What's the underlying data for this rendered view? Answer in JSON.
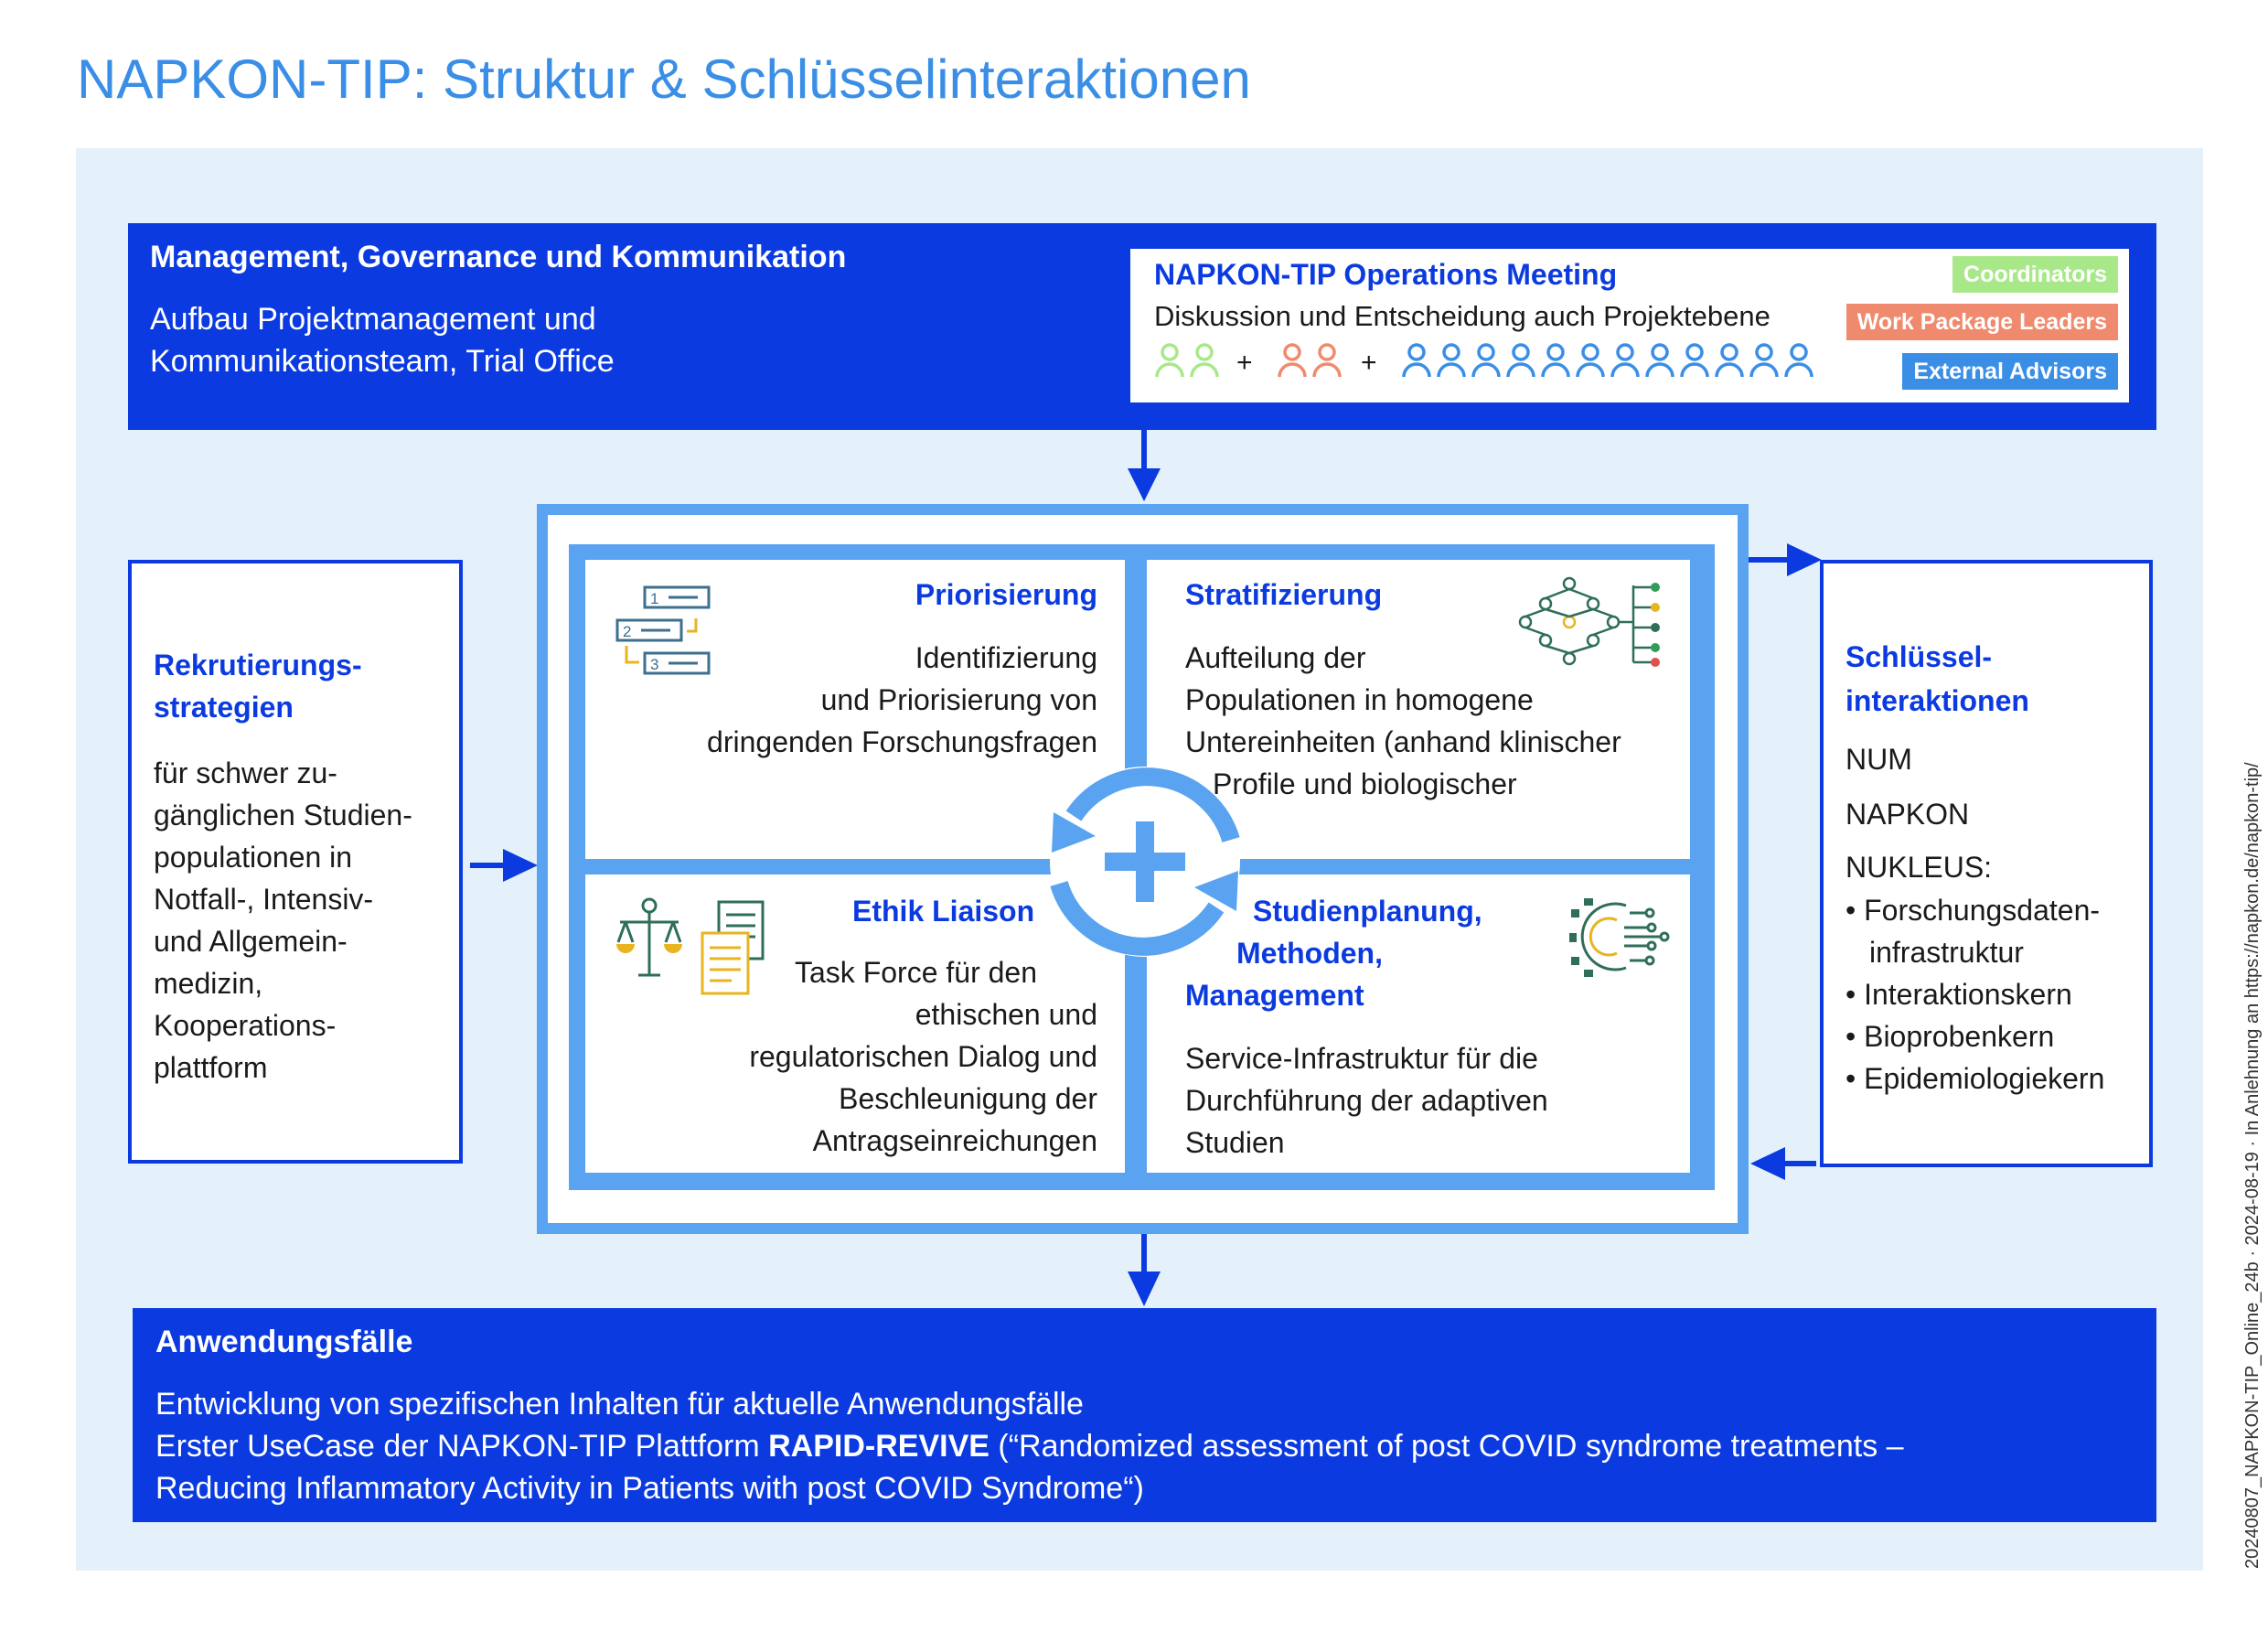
{
  "title": "NAPKON-TIP: Struktur & Schlüsselinteraktionen",
  "management": {
    "heading": "Management, Governance und Kommunikation",
    "line1": "Aufbau Projektmanagement und",
    "line2": "Kommunikationsteam, Trial Office"
  },
  "operations_meeting": {
    "heading": "NAPKON-TIP Operations Meeting",
    "description": "Diskussion und Entscheidung auch Projektebene",
    "plus": "+",
    "tags": [
      "Coordinators",
      "Work Package Leaders",
      "External Advisors"
    ],
    "people_counts": {
      "coordinators": 2,
      "work_package_leaders": 2,
      "external_advisors": 12
    },
    "colors": {
      "coordinators": "#a8e889",
      "work_package_leaders": "#f08a6e",
      "external_advisors": "#3a8ee6"
    }
  },
  "recruitment": {
    "heading_lines": [
      "Rekrutierungs-",
      "strategien"
    ],
    "text_lines": [
      "für schwer zu-",
      "gänglichen Studien-",
      "populationen in",
      "Notfall-, Intensiv-",
      "und Allgemein-",
      "medizin,",
      "Kooperations-",
      "plattform"
    ]
  },
  "key_interactions": {
    "heading_lines": [
      "Schlüssel-",
      "interaktionen"
    ],
    "items": [
      "NUM",
      "NAPKON",
      "NUKLEUS:"
    ],
    "bullets": [
      "• Forschungsdaten-",
      "infrastruktur",
      "• Interaktionskern",
      "• Bioprobenkern",
      "• Epidemiologiekern"
    ]
  },
  "quadrants": {
    "prioritization": {
      "heading": "Priorisierung",
      "lines": [
        "Identifizierung",
        "und Priorisierung von",
        "dringenden Forschungsfragen"
      ],
      "icon": "ranked-list-icon",
      "icon_labels": [
        "1",
        "2",
        "3"
      ]
    },
    "stratification": {
      "heading": "Stratifizierung",
      "lines": [
        "Aufteilung der",
        "Populationen in homogene",
        "Untereinheiten (anhand klinischer",
        "Profile und biologischer"
      ],
      "icon": "population-network-icon"
    },
    "ethics": {
      "heading": "Ethik Liaison",
      "lines": [
        "Task Force für den",
        "ethischen und",
        "regulatorischen Dialog und",
        "Beschleunigung der",
        "Antragseinreichungen"
      ],
      "icon": "scales-documents-icon"
    },
    "study_planning": {
      "heading_lines": [
        "Studienplanung,",
        "Methoden,",
        "Management"
      ],
      "lines": [
        "Service-Infrastruktur für die",
        "Durchführung der adaptiven",
        "Studien"
      ],
      "icon": "gear-circuit-icon"
    }
  },
  "use_cases": {
    "heading": "Anwendungsfälle",
    "line1": "Entwicklung von spezifischen Inhalten für aktuelle Anwendungsfälle",
    "line2_pre": "Erster UseCase der NAPKON-TIP Plattform ",
    "line2_bold": "RAPID-REVIVE",
    "line2_post": " (“Randomized assessment of post COVID syndrome treatments –",
    "line3": "Reducing Inflammatory Activity in Patients with post COVID Syndrome“)"
  },
  "footer_note": "20240807_NAPKON-TIP_Online_24b · 2024-08-19 · In Anlehnung an https://napkon.de/napkon-tip/",
  "colors": {
    "primary": "#0b3be0",
    "light_blue": "#5aa3f0",
    "panel": "#e4f1fb",
    "title": "#3a8ee6"
  }
}
